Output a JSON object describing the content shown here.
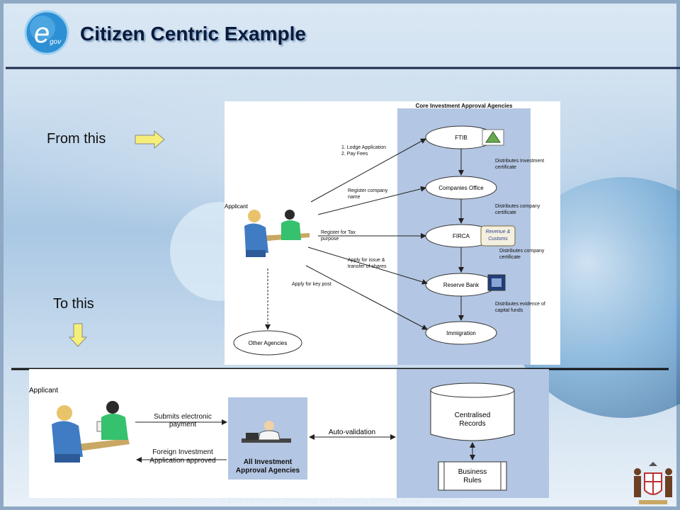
{
  "slide": {
    "title": "Citizen Centric Example",
    "logo_text": "gov",
    "from_label": "From this",
    "to_label": "To this",
    "footer": "© 2008 Information Technology and Computing Services. All rights reserved."
  },
  "top_diagram": {
    "header": "Core Investment Approval Agencies",
    "applicant": "Applicant",
    "nodes": {
      "ftib": "FTIB",
      "companies_office": "Companies Office",
      "firca": "FIRCA",
      "reserve_bank": "Reserve Bank",
      "immigration": "Immigration",
      "other_agencies": "Other Agencies"
    },
    "arrow_labels": {
      "lodge_1": "1. Lodge Application",
      "lodge_2": "2. Pay Fees",
      "register_company_1": "Register company",
      "register_company_2": "name",
      "register_tax_1": "Register for Tax",
      "register_tax_2": "purpose",
      "apply_shares_1": "Apply for issue &",
      "apply_shares_2": "transfer of shares",
      "apply_key_post": "Apply for key post"
    },
    "side_notes": {
      "n1_1": "Distributes Investment",
      "n1_2": "certificate",
      "n2_1": "Distributes company",
      "n2_2": "certificate",
      "n3_1": "Distributes company",
      "n3_2": "certificate",
      "n4_1": "Distributes evidence of",
      "n4_2": "capital funds"
    },
    "logo_customs_1": "Revenue &",
    "logo_customs_2": "Customs"
  },
  "bottom_diagram": {
    "applicant": "Applicant",
    "submit_1": "Submits electronic",
    "submit_2": "payment",
    "approved_1": "Foreign Investment",
    "approved_2": "Application approved",
    "agencies_1": "All Investment",
    "agencies_2": "Approval Agencies",
    "auto_validation": "Auto-validation",
    "records_1": "Centralised",
    "records_2": "Records",
    "rules_1": "Business",
    "rules_2": "Rules"
  },
  "colors": {
    "title": "#0a1a3c",
    "panel_blue": "#b3c6e3",
    "node_fill": "#ffffff",
    "arrow_yellow": "#f5ee78",
    "rule_dark": "#1b2a4a"
  }
}
